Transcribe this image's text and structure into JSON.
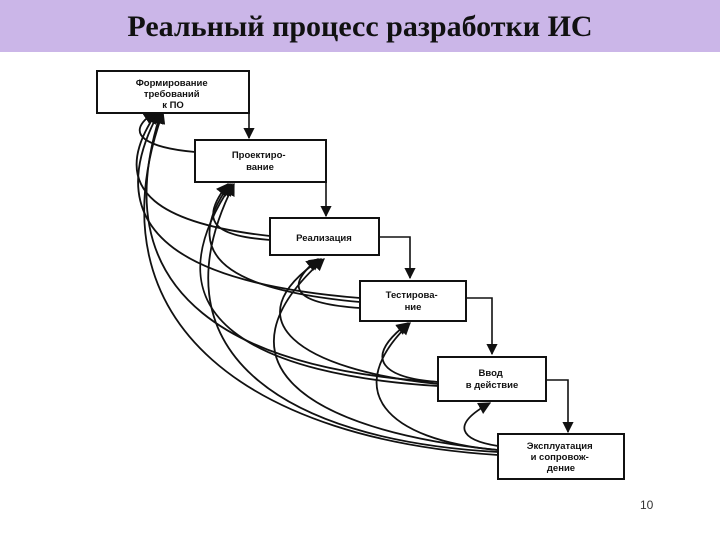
{
  "slide": {
    "title": "Реальный процесс разработки ИС",
    "page_number": "10"
  },
  "diagram": {
    "stages": [
      {
        "lines": [
          "Формирование",
          "требований",
          "к ПО"
        ]
      },
      {
        "lines": [
          "Проектиро-",
          "вание"
        ]
      },
      {
        "lines": [
          "Реализация"
        ]
      },
      {
        "lines": [
          "Тестирова-",
          "ние"
        ]
      },
      {
        "lines": [
          "Ввод",
          "в действие"
        ]
      },
      {
        "lines": [
          "Эксплуатация",
          "и сопровож-",
          "дение"
        ]
      }
    ],
    "colors": {
      "title_bar": "#cbb6e8",
      "ink": "#111111"
    }
  }
}
